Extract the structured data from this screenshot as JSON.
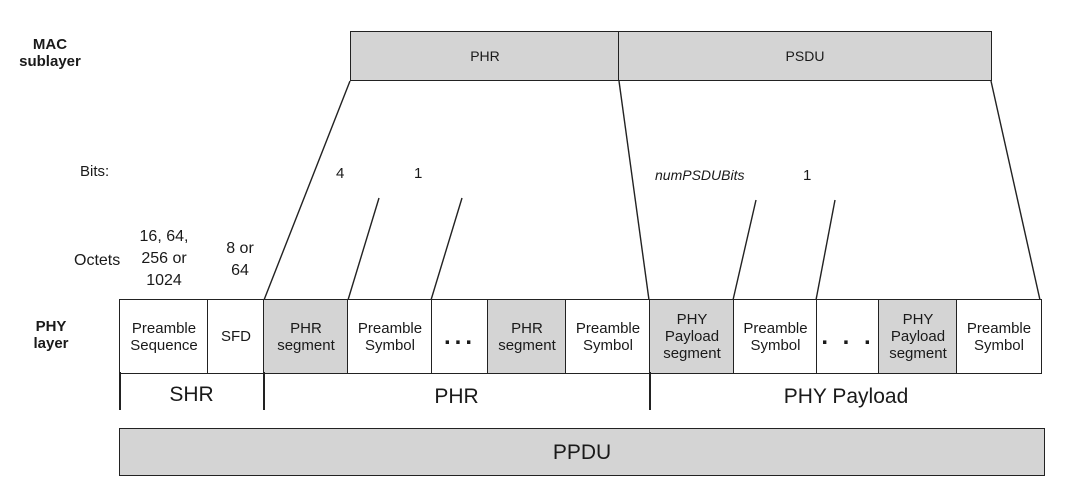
{
  "labels": {
    "mac_sublayer": "MAC\nsublayer",
    "phy_layer": "PHY\nlayer",
    "bits": "Bits:",
    "octets": "Octets"
  },
  "mac": {
    "phr": "PHR",
    "psdu": "PSDU"
  },
  "bits_values": {
    "phr_segment": "4",
    "phr_symbol": "1",
    "payload_segment": "numPSDUBits",
    "payload_symbol": "1"
  },
  "octets_values": {
    "preamble": "16, 64,\n256 or\n1024",
    "sfd": "8 or\n64"
  },
  "phy_cells": [
    {
      "label": "Preamble\nSequence"
    },
    {
      "label": "SFD"
    },
    {
      "label": "PHR\nsegment"
    },
    {
      "label": "Preamble\nSymbol"
    },
    {
      "label": "..."
    },
    {
      "label": "PHR\nsegment"
    },
    {
      "label": "Preamble\nSymbol"
    },
    {
      "label": "PHY\nPayload\nsegment"
    },
    {
      "label": "Preamble\nSymbol"
    },
    {
      "label": ". . ."
    },
    {
      "label": "PHY\nPayload\nsegment"
    },
    {
      "label": "Preamble\nSymbol"
    }
  ],
  "groups": {
    "shr": "SHR",
    "phr": "PHR",
    "phy_payload": "PHY Payload"
  },
  "ppdu": "PPDU",
  "colors": {
    "gray_fill": "#d4d4d4",
    "stroke": "#222222"
  }
}
